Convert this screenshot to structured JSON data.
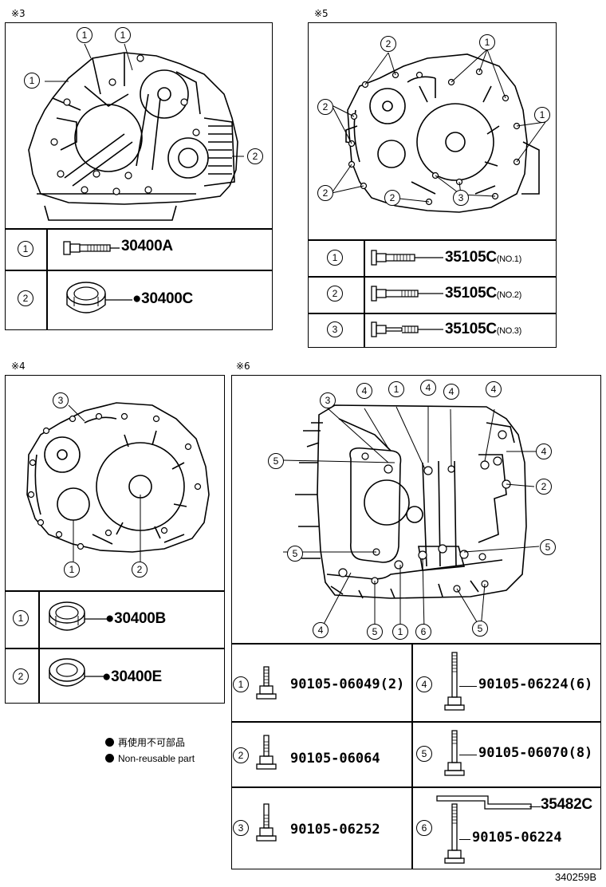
{
  "sections": {
    "s3": {
      "label": "※3",
      "callouts": [
        "1",
        "1",
        "1",
        "2"
      ],
      "rows": [
        {
          "num": "1",
          "part": "30400A"
        },
        {
          "num": "2",
          "part": "●30400C"
        }
      ]
    },
    "s5": {
      "label": "※5",
      "callouts": [
        "2",
        "1",
        "2",
        "1",
        "2",
        "2",
        "3"
      ],
      "rows": [
        {
          "num": "1",
          "part": "35105C",
          "note": "(NO.1)"
        },
        {
          "num": "2",
          "part": "35105C",
          "note": "(NO.2)"
        },
        {
          "num": "3",
          "part": "35105C",
          "note": "(NO.3)"
        }
      ]
    },
    "s4": {
      "label": "※4",
      "callouts": [
        "3",
        "1",
        "2"
      ],
      "rows": [
        {
          "num": "1",
          "part": "●30400B"
        },
        {
          "num": "2",
          "part": "●30400E"
        }
      ]
    },
    "s6": {
      "label": "※6",
      "callouts": [
        "3",
        "4",
        "1",
        "4",
        "4",
        "4",
        "5",
        "4",
        "2",
        "5",
        "5",
        "4",
        "5",
        "1",
        "6",
        "5"
      ],
      "rows": [
        {
          "num": "1",
          "part": "90105-06049(2)"
        },
        {
          "num": "2",
          "part": "90105-06064"
        },
        {
          "num": "3",
          "part": "90105-06252"
        },
        {
          "num": "4",
          "part": "90105-06224(6)"
        },
        {
          "num": "5",
          "part": "90105-06070(8)"
        },
        {
          "num": "6",
          "part": "35482C",
          "part2": "90105-06224"
        }
      ]
    }
  },
  "legend": {
    "jp": "再使用不可部品",
    "en": "Non-reusable part"
  },
  "figure_code": "340259B"
}
